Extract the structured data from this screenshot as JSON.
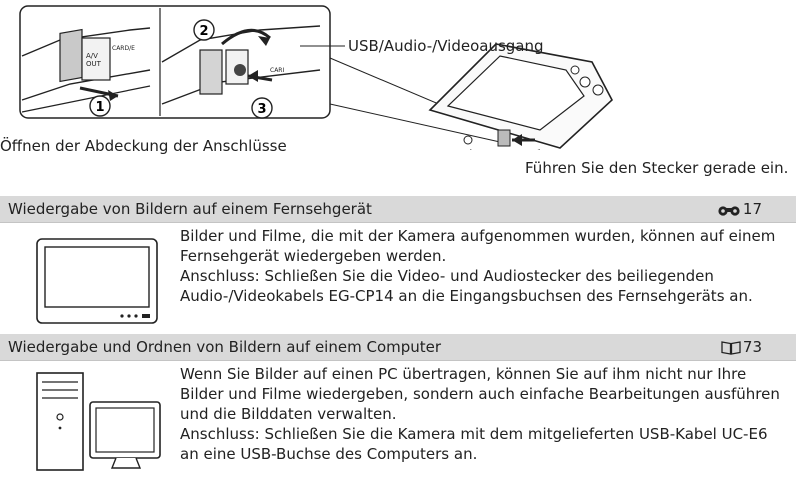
{
  "figure": {
    "callout_output": "USB/Audio-/Videoausgang",
    "caption_open": "Öffnen der Abdeckung der Anschlüsse",
    "caption_insert": "Führen Sie den Stecker gerade ein.",
    "step_numbers": [
      "1",
      "2",
      "3"
    ],
    "port_labels": [
      "A/V OUT",
      "CARD/E",
      "CARI"
    ]
  },
  "sections": [
    {
      "title": "Wiedergabe von Bildern auf einem Fernsehgerät",
      "ref_icon": "binoculars-icon",
      "ref_page": "17",
      "paragraphs": [
        "Bilder und Filme, die mit der Kamera aufgenommen wurden, können auf einem Fernsehgerät wiedergeben werden.",
        "Anschluss: Schließen Sie die Video- und Audiostecker des beiliegenden Audio-/Videokabels EG-CP14 an die Eingangsbuchsen des Fernsehgeräts an."
      ]
    },
    {
      "title": "Wiedergabe und Ordnen von Bildern auf einem Computer",
      "ref_icon": "book-icon",
      "ref_page": "73",
      "paragraphs": [
        "Wenn Sie Bilder auf einen PC übertragen, können Sie auf ihm nicht nur Ihre Bilder und Filme wiedergeben, sondern auch einfache Bearbeitungen ausführen und die Bilddaten verwalten.",
        "Anschluss: Schließen Sie die Kamera mit dem mitgelieferten USB-Kabel UC-E6 an eine USB-Buchse des Computers an."
      ]
    }
  ]
}
